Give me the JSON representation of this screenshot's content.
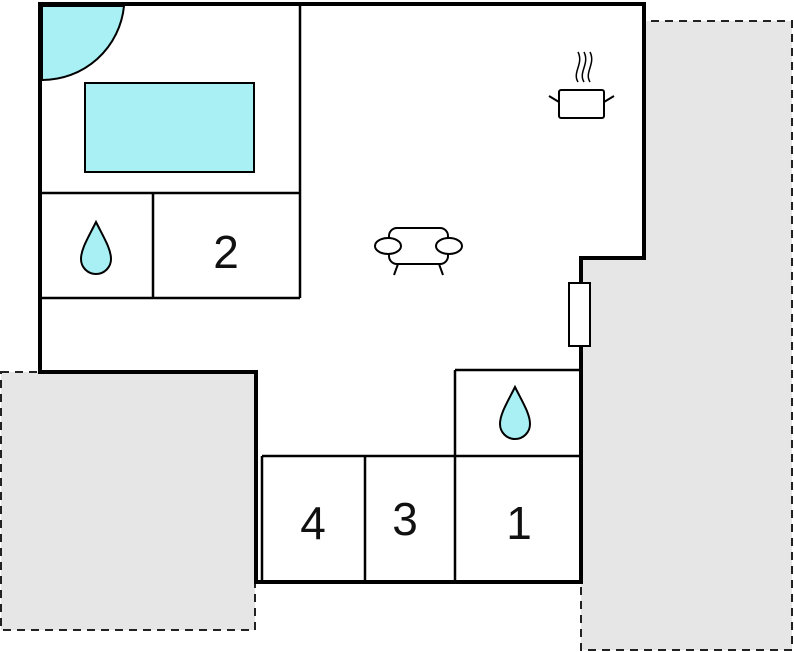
{
  "floorplan": {
    "rooms": [
      {
        "id": "room-1",
        "label": "1",
        "kind": "room"
      },
      {
        "id": "room-2",
        "label": "2",
        "kind": "room"
      },
      {
        "id": "room-3",
        "label": "3",
        "kind": "room"
      },
      {
        "id": "room-4",
        "label": "4",
        "kind": "room"
      }
    ],
    "icons": [
      "bath-quarter-circle-icon",
      "pool-rectangle-icon",
      "water-drop-icon",
      "cooking-pot-icon",
      "sofa-icon",
      "door-icon"
    ],
    "colors": {
      "wall": "#000000",
      "water": "#a8f0f4",
      "outdoor": "#e6e6e6",
      "dashed": "#222222",
      "floor": "#ffffff"
    }
  }
}
